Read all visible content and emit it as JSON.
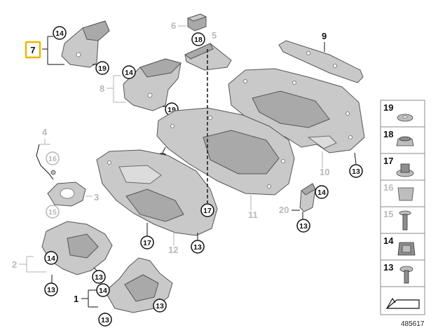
{
  "diagram": {
    "title": "",
    "doc_id": "485617",
    "highlighted_part": "7",
    "parts": {
      "p1": "1",
      "p2": "2",
      "p3": "3",
      "p4": "4",
      "p5": "5",
      "p6": "6",
      "p7": "7",
      "p8": "8",
      "p9": "9",
      "p10": "10",
      "p11": "11",
      "p12": "12",
      "p20": "20"
    },
    "callouts": {
      "c13": "13",
      "c14": "14",
      "c15": "15",
      "c16": "16",
      "c17": "17",
      "c18": "18",
      "c19": "19"
    },
    "legend": {
      "items": [
        {
          "label": "19",
          "active": true
        },
        {
          "label": "18",
          "active": true
        },
        {
          "label": "17",
          "active": true
        },
        {
          "label": "16",
          "active": false
        },
        {
          "label": "15",
          "active": false
        },
        {
          "label": "14",
          "active": true
        },
        {
          "label": "13",
          "active": true
        }
      ]
    },
    "colors": {
      "highlight_border": "#f0b400",
      "part_fill": "#c9c9c9",
      "inactive_label": "#b8b8b8"
    }
  }
}
